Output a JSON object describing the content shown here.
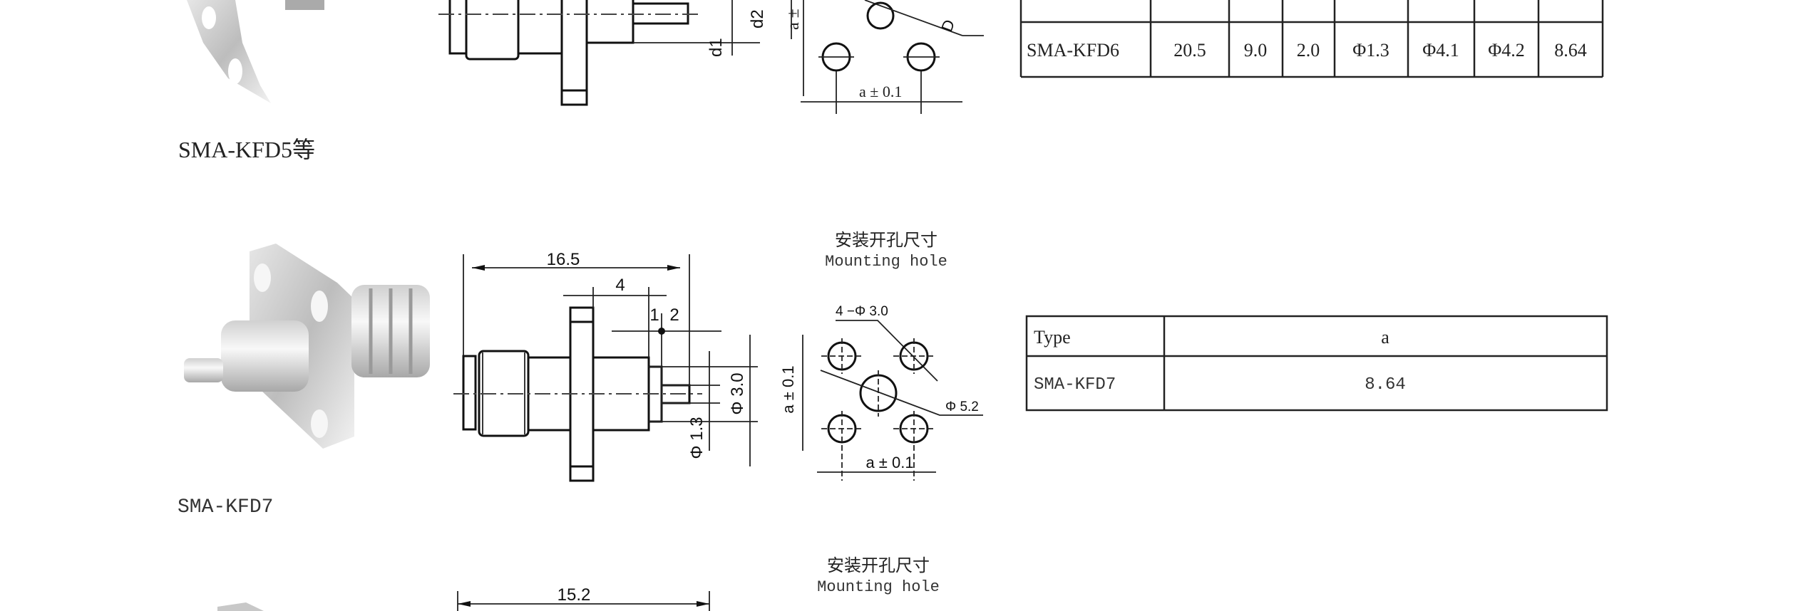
{
  "section1": {
    "product_label": "SMA-KFD5等",
    "dims": {
      "d1": "d1",
      "d2": "d2",
      "D": "D",
      "a_vert": "a ±",
      "a_horiz": "a ± 0.1"
    }
  },
  "table1": {
    "row": [
      "SMA-KFD6",
      "20.5",
      "9.0",
      "2.0",
      "Φ1.3",
      "Φ4.1",
      "Φ4.2",
      "8.64"
    ]
  },
  "section2": {
    "product_label": "SMA-KFD7",
    "mounting_title_cn": "安装开孔尺寸",
    "mounting_title_en": "Mounting hole",
    "dims": {
      "length": "16.5",
      "flange": "4",
      "d_1": "1",
      "d_2": "2",
      "phi30": "Φ 3.0",
      "phi13": "Φ 1.3",
      "holes": "4 −Φ 3.0",
      "center_hole": "Φ 5.2",
      "a_vert": "a ± 0.1",
      "a_horiz": "a ± 0.1"
    }
  },
  "table2": {
    "headers": [
      "Type",
      "a"
    ],
    "row": [
      "SMA-KFD7",
      "8.64"
    ]
  },
  "section3": {
    "mounting_title_cn": "安装开孔尺寸",
    "mounting_title_en": "Mounting hole",
    "length": "15.2"
  }
}
